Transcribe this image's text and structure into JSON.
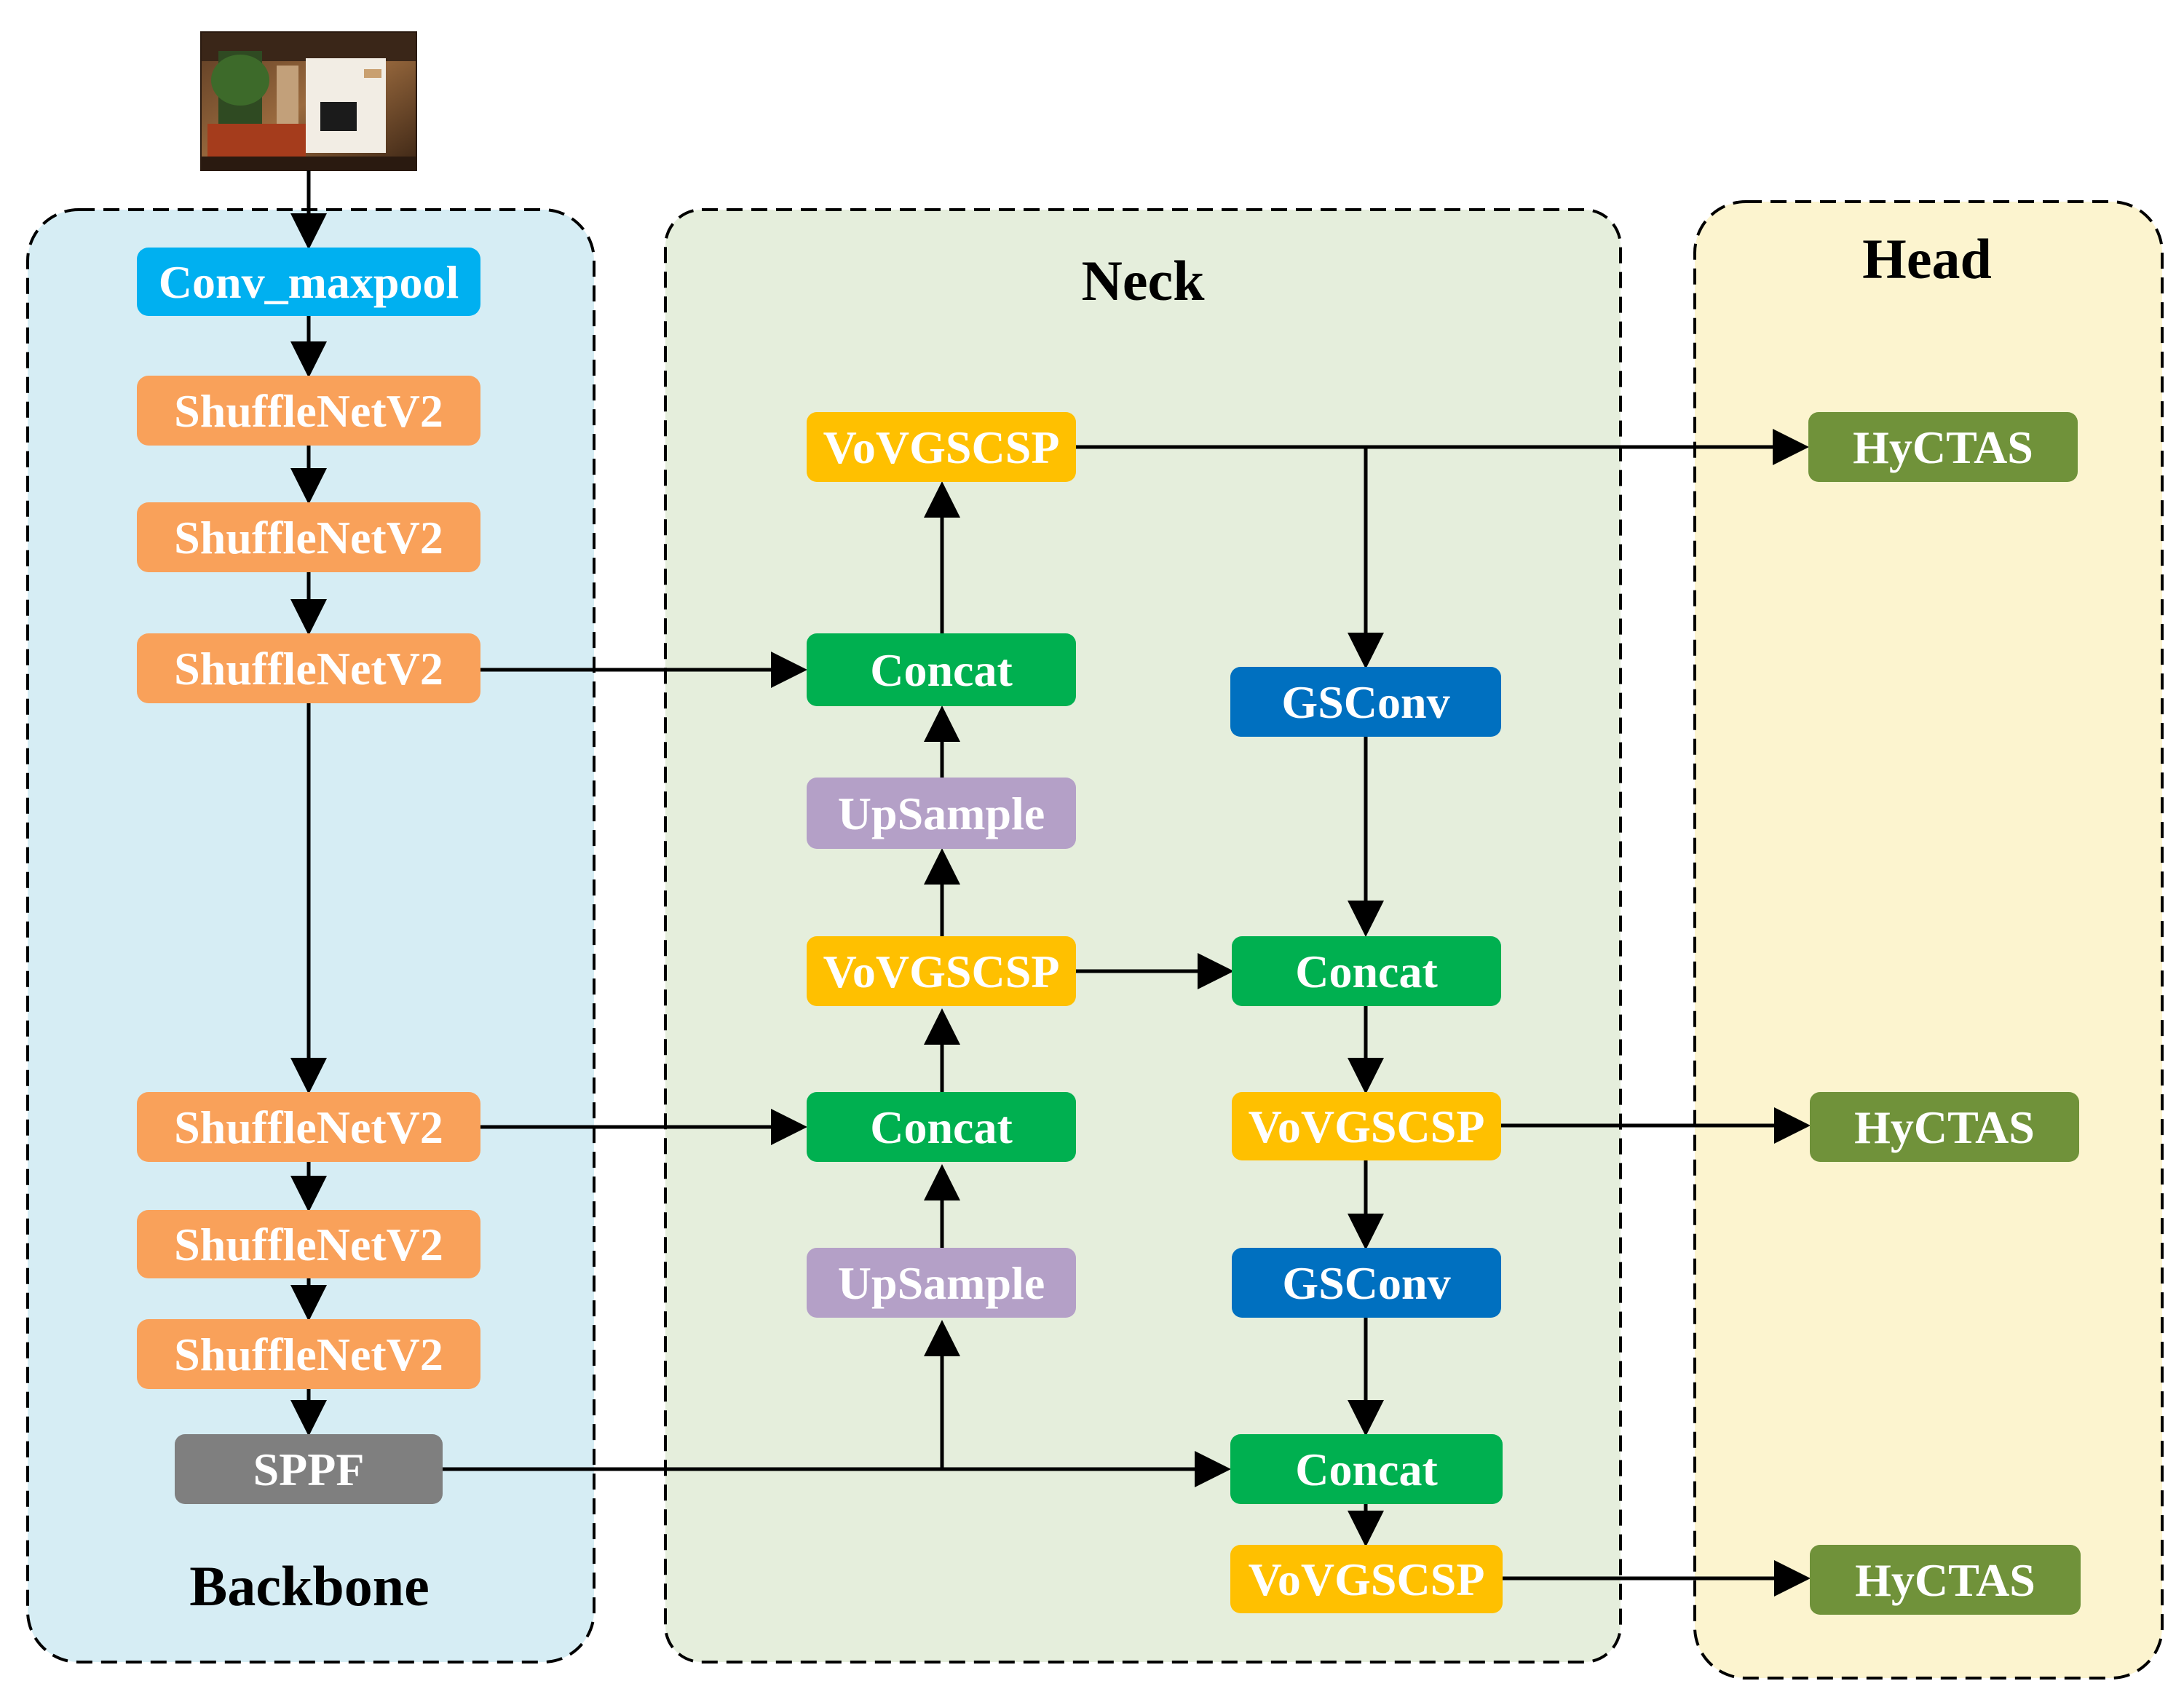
{
  "sections": {
    "backbone": "Backbone",
    "neck": "Neck",
    "head": "Head"
  },
  "input_image": {
    "icon": "room-photo",
    "description_label": ""
  },
  "colors": {
    "backbone_bg": "#d6edf4",
    "neck_bg": "#e5eedc",
    "head_bg": "#fcf4cf",
    "conv_maxpool": "#00b0f0",
    "shufflenet": "#f9a15a",
    "sppf": "#7f7f7f",
    "vovgscsp": "#ffc000",
    "concat": "#00b050",
    "upsample": "#b4a0c7",
    "gsconv": "#0070c0",
    "hyctas": "#70923a"
  },
  "nodes": {
    "conv_maxpool": "Conv_maxpool",
    "shuffle1": "ShuffleNetV2",
    "shuffle2": "ShuffleNetV2",
    "shuffle3": "ShuffleNetV2",
    "shuffle4": "ShuffleNetV2",
    "shuffle5": "ShuffleNetV2",
    "shuffle6": "ShuffleNetV2",
    "sppf": "SPPF",
    "vov_top": "VoVGSCSP",
    "concat1": "Concat",
    "upsample1": "UpSample",
    "vov_mid": "VoVGSCSP",
    "concat2": "Concat",
    "upsample2": "UpSample",
    "gsconv1": "GSConv",
    "concat3": "Concat",
    "vov_r1": "VoVGSCSP",
    "gsconv2": "GSConv",
    "concat4": "Concat",
    "vov_r2": "VoVGSCSP",
    "hyctas1": "HyCTAS",
    "hyctas2": "HyCTAS",
    "hyctas3": "HyCTAS"
  }
}
